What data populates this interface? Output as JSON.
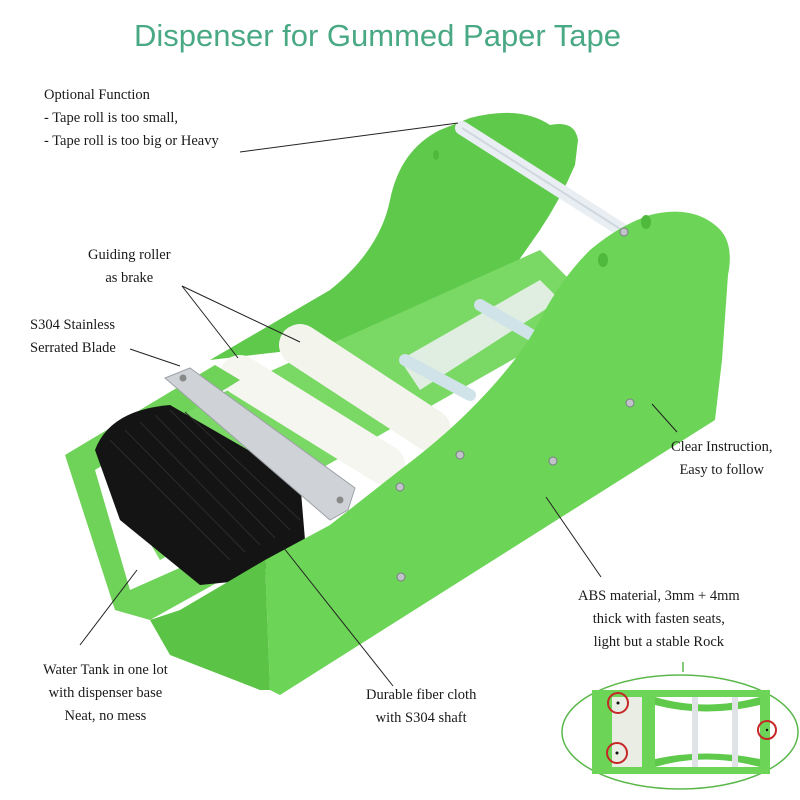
{
  "title": "Dispenser for Gummed Paper Tape",
  "colors": {
    "title": "#4aa985",
    "body_green": "#6cd456",
    "body_green_dark": "#4fb93e",
    "body_green_light": "#8be174",
    "roller_white": "#f4f6ef",
    "brush_black": "#151515",
    "blade_steel": "#c9ccd0",
    "highlight_circle": "#c62828"
  },
  "callouts": {
    "optional_function": {
      "heading": "Optional Function",
      "line1": "- Tape roll is too small,",
      "line2": "- Tape roll is too big or Heavy"
    },
    "guiding_roller": {
      "line1": "Guiding roller",
      "line2": "as brake"
    },
    "blade": {
      "line1": "S304 Stainless",
      "line2": "Serrated Blade"
    },
    "instruction": {
      "line1": "Clear Instruction,",
      "line2": "Easy to follow"
    },
    "abs_material": {
      "line1": "ABS material, 3mm + 4mm",
      "line2": "thick with fasten seats,",
      "line3": "light but a stable Rock"
    },
    "water_tank": {
      "line1": "Water Tank in one lot",
      "line2": "with dispenser base",
      "line3": "Neat, no mess"
    },
    "fiber_cloth": {
      "line1": "Durable fiber cloth",
      "line2": "with S304 shaft"
    }
  },
  "inset": {
    "label": "top-view-detail",
    "highlight_count": 3
  }
}
